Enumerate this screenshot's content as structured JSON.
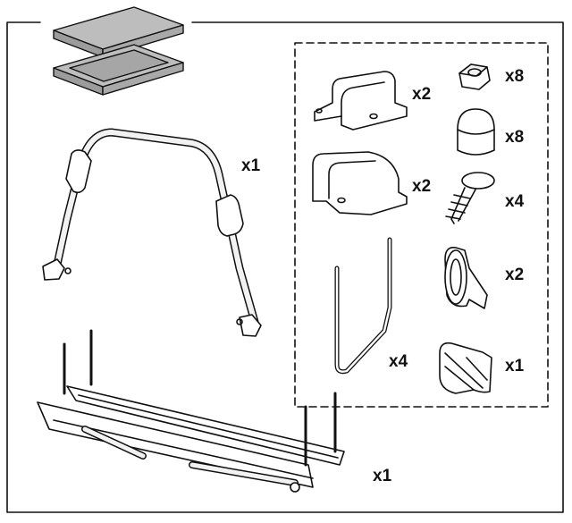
{
  "figure": {
    "items": [
      {
        "icon": "pad-box-icon",
        "qty": ""
      },
      {
        "icon": "frame-bar-icon",
        "qty": "x1"
      },
      {
        "icon": "bracket-clip-icon",
        "qty": "x2"
      },
      {
        "icon": "bracket-clip-icon",
        "qty": "x2"
      },
      {
        "icon": "u-bolt-icon",
        "qty": "x4"
      },
      {
        "icon": "hex-nut-icon",
        "qty": "x8"
      },
      {
        "icon": "cap-nut-icon",
        "qty": "x8"
      },
      {
        "icon": "screw-icon",
        "qty": "x4"
      },
      {
        "icon": "strap-roll-icon",
        "qty": "x2"
      },
      {
        "icon": "strap-roll-icon",
        "qty": "x1"
      },
      {
        "icon": "base-rack-icon",
        "qty": "x1"
      }
    ],
    "colors": {
      "line": "#111111",
      "pad": "#b3b3b3",
      "metal": "#f2f2f2"
    }
  }
}
